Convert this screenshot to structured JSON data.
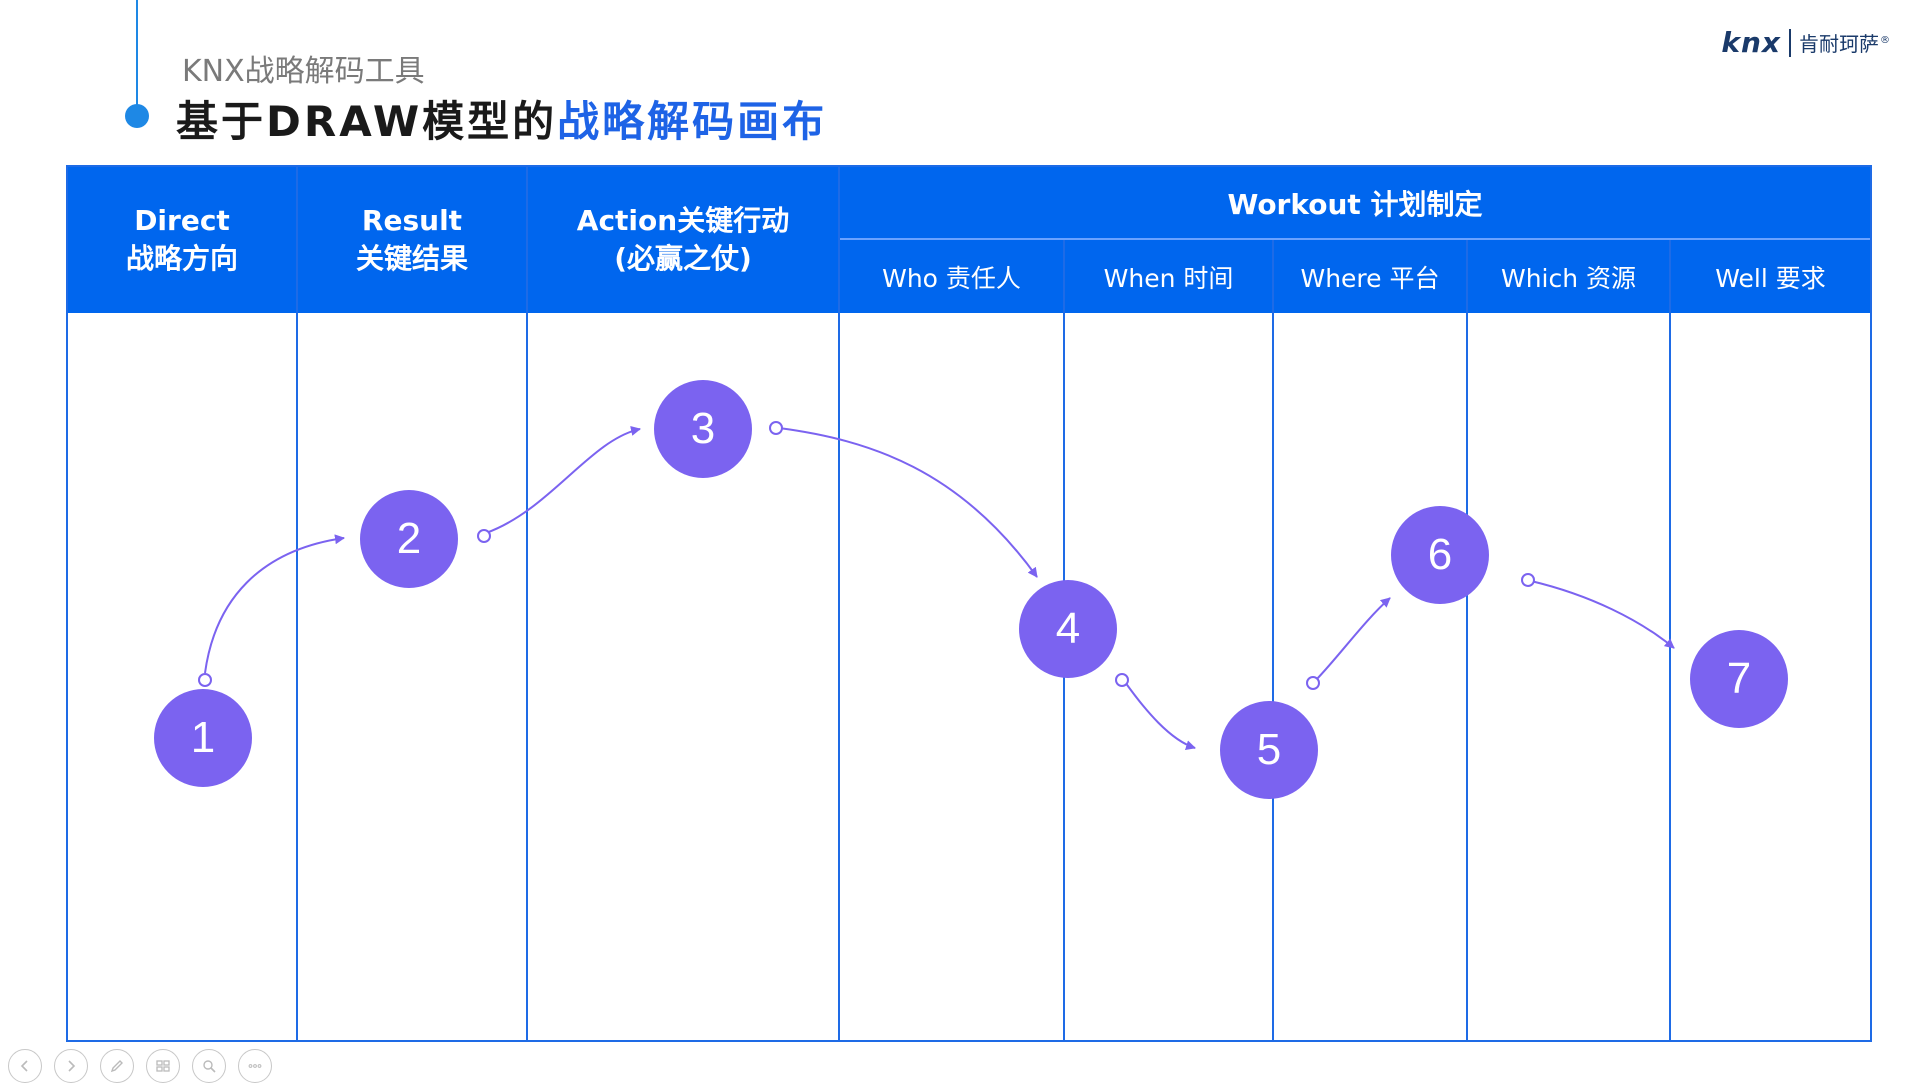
{
  "header": {
    "subtitle": "KNX战略解码工具",
    "title_main": "基于DRAW模型的",
    "title_accent": "战略解码画布"
  },
  "logo": {
    "mark": "knx",
    "chinese": "肯耐珂萨",
    "registered": "®"
  },
  "columns": {
    "direct": {
      "line1": "Direct",
      "line2": "战略方向"
    },
    "result": {
      "line1": "Result",
      "line2": "关键结果"
    },
    "action": {
      "line1": "Action关键行动",
      "line2": "(必赢之仗)"
    },
    "workout": {
      "title": "Workout 计划制定",
      "subs": [
        "Who 责任人",
        "When 时间",
        "Where 平台",
        "Which 资源",
        "Well 要求"
      ]
    }
  },
  "steps": [
    "1",
    "2",
    "3",
    "4",
    "5",
    "6",
    "7"
  ],
  "colors": {
    "header_band": "#0066ee",
    "border": "#1e6be6",
    "step_fill": "#7b63f0",
    "title_accent": "#1e63e6",
    "accent_line": "#1e88e5"
  },
  "toolbar": {
    "buttons": [
      "prev-icon",
      "next-icon",
      "pen-icon",
      "slides-icon",
      "zoom-icon",
      "more-icon"
    ]
  }
}
